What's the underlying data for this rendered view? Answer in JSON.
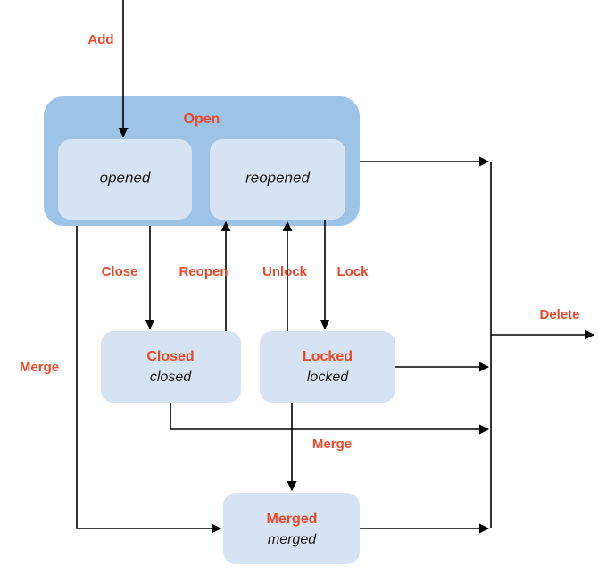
{
  "diagram": {
    "type": "state-machine",
    "background_color": "#ffffff",
    "colors": {
      "group_fill": "#9dc3e6",
      "state_fill": "#d6e3f2",
      "accent_label": "#e8492b",
      "edge": "#000000",
      "value_text": "#1a1a1a"
    },
    "group": {
      "title": "Open",
      "substates": [
        {
          "label": "opened"
        },
        {
          "label": "reopened"
        }
      ]
    },
    "states": [
      {
        "title": "Closed",
        "value": "closed"
      },
      {
        "title": "Locked",
        "value": "locked"
      },
      {
        "title": "Merged",
        "value": "merged"
      }
    ],
    "transitions": [
      {
        "label": "Add",
        "from": "start",
        "to": "opened"
      },
      {
        "label": "Close",
        "from": "Open",
        "to": "Closed"
      },
      {
        "label": "Reopen",
        "from": "Closed",
        "to": "reopened"
      },
      {
        "label": "Unlock",
        "from": "Locked",
        "to": "reopened"
      },
      {
        "label": "Lock",
        "from": "reopened",
        "to": "Locked"
      },
      {
        "label": "Merge",
        "from": "Open",
        "to": "Merged"
      },
      {
        "label": "Merge",
        "from": "Locked",
        "to": "Merged"
      },
      {
        "label": "Delete",
        "from": "any",
        "to": "end"
      }
    ],
    "transition_labels": {
      "add": "Add",
      "close": "Close",
      "reopen": "Reopen",
      "unlock": "Unlock",
      "lock": "Lock",
      "merge_left": "Merge",
      "merge_center": "Merge",
      "delete": "Delete"
    }
  }
}
